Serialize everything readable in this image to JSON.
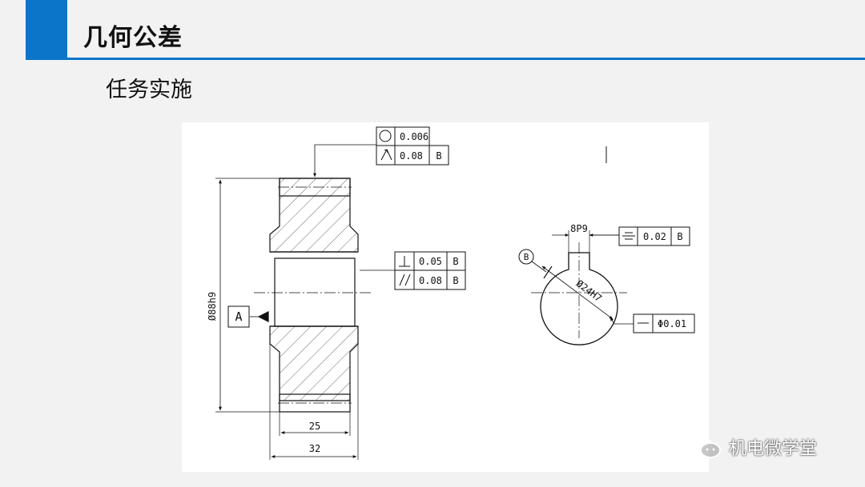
{
  "header": {
    "title": "几何公差",
    "accent_color": "#0a75c9"
  },
  "section": {
    "subtitle": "任务实施"
  },
  "drawing": {
    "left_view": {
      "circularity_tol": "0.006",
      "runout_tol": "0.08",
      "runout_datum": "B",
      "perp_tol": "0.05",
      "perp_datum": "B",
      "parallel_tol": "0.08",
      "parallel_datum": "B",
      "datum_a": "A",
      "dim_outer_diameter": "Ø88h9",
      "dim_hub_width": "25",
      "dim_total_width": "32"
    },
    "right_view": {
      "keyway_width": "8P9",
      "symmetry_tol": "0.02",
      "symmetry_datum": "B",
      "datum_b": "B",
      "bore_dim": "Ø24H7",
      "straightness_tol": "Φ0.01"
    }
  },
  "watermark": {
    "text": "机电微学堂",
    "icon": "wechat-icon"
  }
}
